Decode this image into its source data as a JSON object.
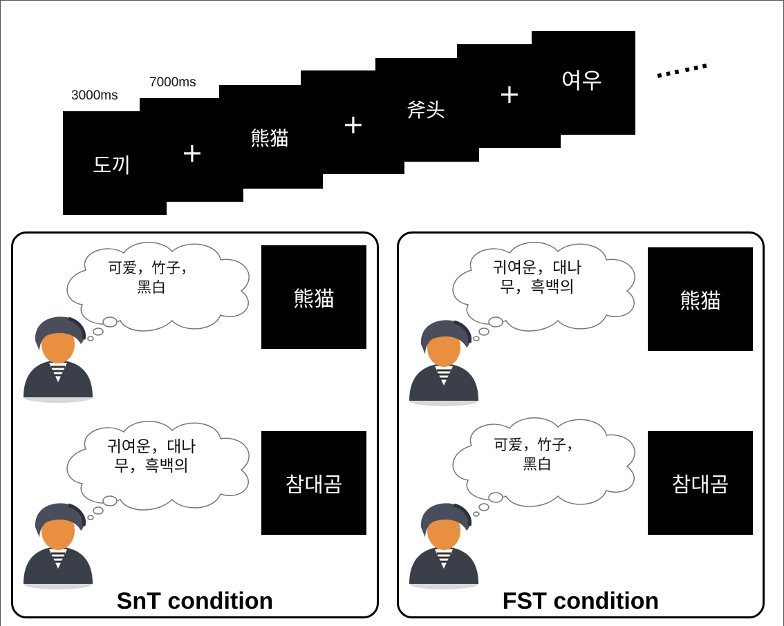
{
  "sequence": {
    "timing_1": "3000ms",
    "timing_2": "7000ms",
    "slides": [
      "도끼",
      "+",
      "熊猫",
      "+",
      "斧头",
      "+",
      "여우"
    ],
    "ellipsis": "……"
  },
  "panels": [
    {
      "title": "SnT condition",
      "rows": [
        {
          "thought_line1": "可爱，竹子，",
          "thought_line2": "黑白",
          "word": "熊猫"
        },
        {
          "thought_line1": "귀여운，대나",
          "thought_line2": "무，흑백의",
          "word": "참대곰"
        }
      ]
    },
    {
      "title": "FST condition",
      "rows": [
        {
          "thought_line1": "귀여운，대나",
          "thought_line2": "무，흑백의",
          "word": "熊猫"
        },
        {
          "thought_line1": "可爱，竹子，",
          "thought_line2": "黑白",
          "word": "참대곰"
        }
      ]
    }
  ],
  "colors": {
    "slide_bg": "#000000",
    "slide_text": "#ffffff",
    "border": "#000000"
  }
}
